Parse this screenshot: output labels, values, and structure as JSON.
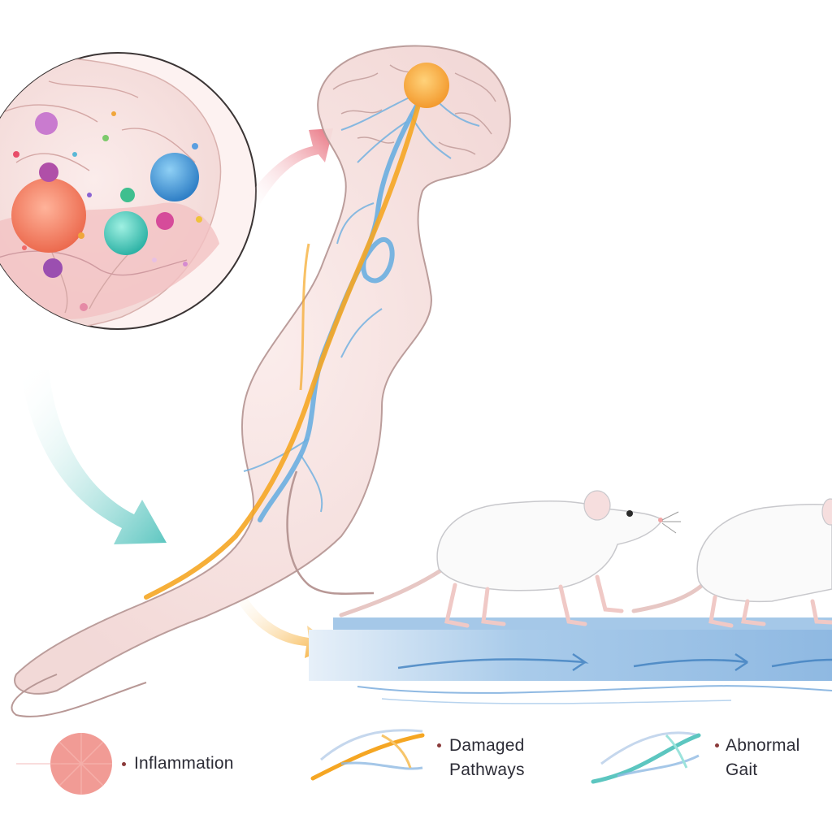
{
  "legend": {
    "items": [
      {
        "label": "Inflammation",
        "icon": "inflammation-icon",
        "color": "#ef7a6e"
      },
      {
        "label_line1": "Damaged",
        "label_line2": "Pathways",
        "icon": "damaged-pathways-icon",
        "color": "#f5a623"
      },
      {
        "label_line1": "Abnormal",
        "label_line2": "Gait",
        "icon": "abnormal-gait-icon",
        "color": "#5cc6c0"
      }
    ]
  },
  "colors": {
    "tissue": "#f8e4e2",
    "tissue_outline": "#c9a6a4",
    "nerve_blue": "#6aaee0",
    "pathway_orange": "#f5a623",
    "inflammation": "#ef7a6e",
    "treadmill": "#9cc3e6",
    "arrow_teal": "#5cc6c0",
    "arrow_pink": "#e8707e"
  }
}
